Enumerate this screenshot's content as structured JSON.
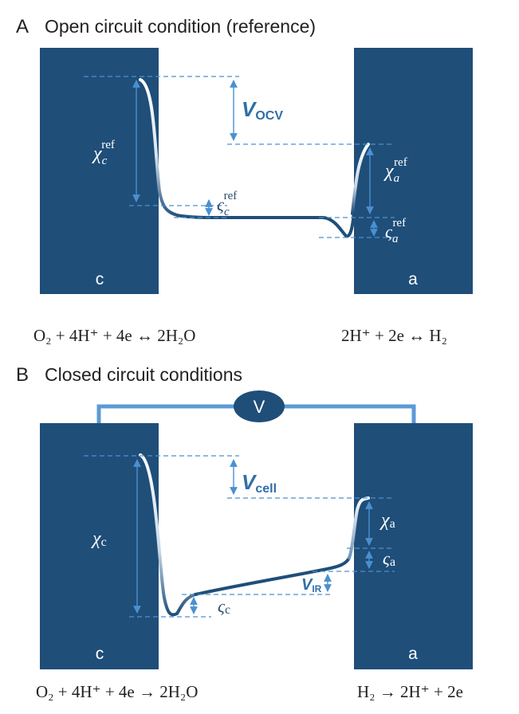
{
  "panel_a": {
    "letter": "A",
    "title": "Open circuit condition (reference)",
    "cathode_label": "c",
    "anode_label": "a",
    "label_chi_c": "χ",
    "sub_chi_c": "c",
    "sup_ref_chi_c": "ref",
    "label_chi_a": "χ",
    "sub_chi_a": "a",
    "sup_ref_chi_a": "ref",
    "label_sigma_c": "ς",
    "sub_sigma_c": "c",
    "sup_ref_sigma_c": "ref",
    "label_sigma_a": "ς",
    "sub_sigma_a": "a",
    "sup_ref_sigma_a": "ref",
    "v_main": "V",
    "v_sub": "OCV",
    "eq_left": "O₂ + 4H⁺ + 4e ↔ 2H₂O",
    "eq_right": "2H⁺ + 2e ↔ H₂"
  },
  "panel_b": {
    "letter": "B",
    "title": "Closed circuit conditions",
    "voltmeter": "V",
    "cathode_label": "c",
    "anode_label": "a",
    "label_chi_c": "χ",
    "sub_chi_c": "c",
    "label_chi_a": "χ",
    "sub_chi_a": "a",
    "label_sigma_c": "ς",
    "sub_sigma_c": "c",
    "label_sigma_a": "ς",
    "sub_sigma_a": "a",
    "vcell_main": "V",
    "vcell_sub": "cell",
    "vir_main": "V",
    "vir_sub": "IR",
    "eq_left": "O₂ + 4H⁺ + 4e → 2H₂O",
    "eq_right": "H₂ → 2H⁺ + 2e"
  },
  "colors": {
    "electrode": "#1f4e79",
    "dim_line": "#4a90d0",
    "wire": "#5b9bd5",
    "profile_dark": "#1f4e79",
    "profile_light": "#ffffff"
  }
}
